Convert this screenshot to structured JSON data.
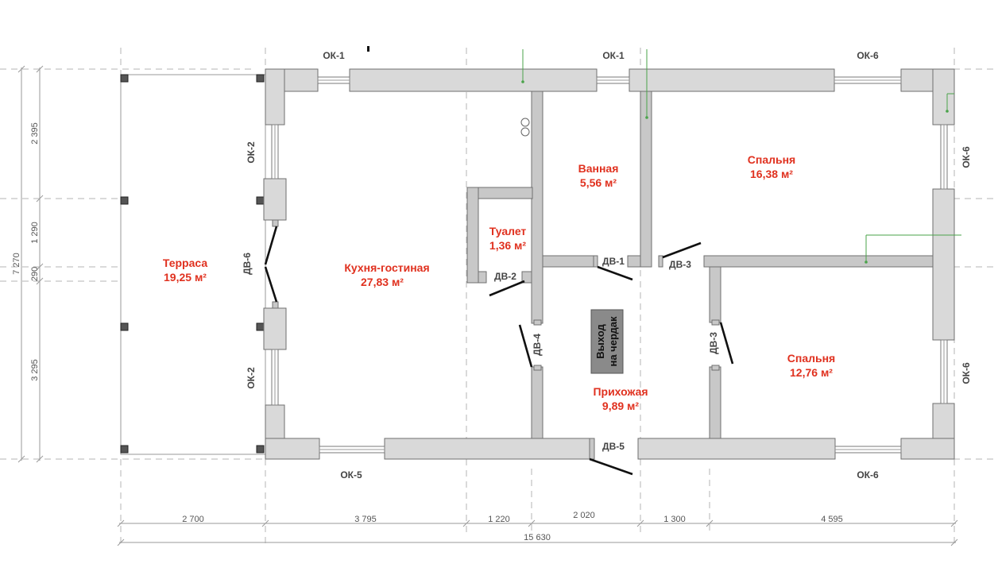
{
  "rooms": {
    "terrace": {
      "name": "Терраса",
      "area": "19,25 м²"
    },
    "kitchen": {
      "name": "Кухня-гостиная",
      "area": "27,83 м²"
    },
    "toilet": {
      "name": "Туалет",
      "area": "1,36 м²"
    },
    "bathroom": {
      "name": "Ванная",
      "area": "5,56 м²"
    },
    "bedroom1": {
      "name": "Спальня",
      "area": "16,38 м²"
    },
    "bedroom2": {
      "name": "Спальня",
      "area": "12,76 м²"
    },
    "hallway": {
      "name": "Прихожая",
      "area": "9,89 м²"
    }
  },
  "attic": {
    "line1": "Выход",
    "line2": "на чердак"
  },
  "windows": {
    "top_left": "ОК-1",
    "top_mid": "ОК-1",
    "top_right": "ОК-6",
    "right_top": "ОК-6",
    "right_bottom": "ОК-6",
    "left_top": "ОК-2",
    "left_bottom": "ОК-2",
    "bottom_left": "ОК-5",
    "bottom_right": "ОК-6"
  },
  "doors": {
    "dv1": "ДВ-1",
    "dv2": "ДВ-2",
    "dv3_top": "ДВ-3",
    "dv3_side": "ДВ-3",
    "dv4": "ДВ-4",
    "dv5": "ДВ-5",
    "dv6": "ДВ-6"
  },
  "dimensions": {
    "bottom": [
      "2 700",
      "3 795",
      "1 220",
      "2 020",
      "1 300",
      "4 595"
    ],
    "total_width": "15 630",
    "left": [
      "2 395",
      "1 290",
      "290",
      "3 295"
    ],
    "total_height": "7 270"
  }
}
